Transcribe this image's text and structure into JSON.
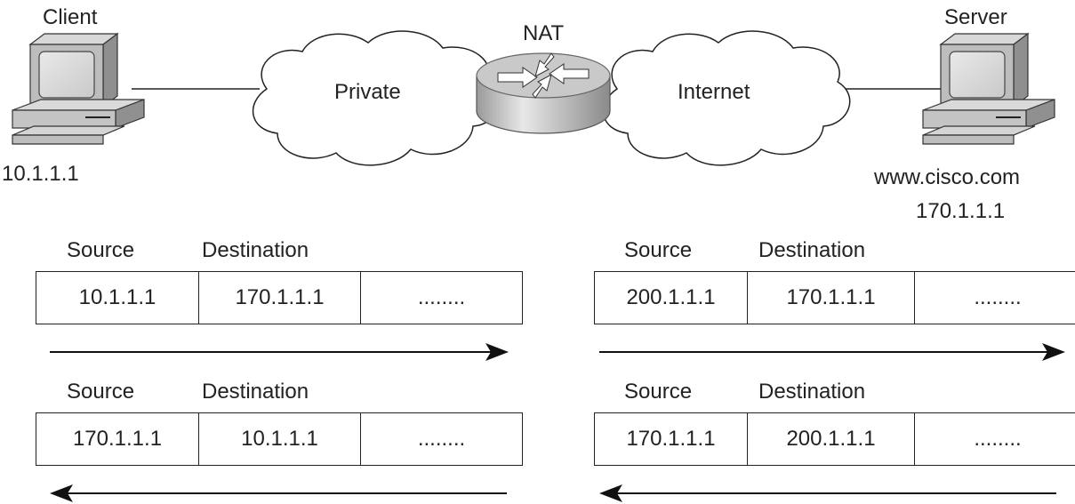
{
  "nodes": {
    "client": {
      "label": "Client",
      "ip": "10.1.1.1"
    },
    "server": {
      "label": "Server",
      "hostname": "www.cisco.com",
      "ip": "170.1.1.1"
    },
    "nat": {
      "label": "NAT"
    },
    "private_cloud": {
      "label": "Private"
    },
    "internet_cloud": {
      "label": "Internet"
    }
  },
  "headers": {
    "source": "Source",
    "destination": "Destination"
  },
  "packets": {
    "left_out": {
      "source": "10.1.1.1",
      "destination": "170.1.1.1",
      "payload": "........"
    },
    "right_out": {
      "source": "200.1.1.1",
      "destination": "170.1.1.1",
      "payload": "........"
    },
    "left_in": {
      "source": "170.1.1.1",
      "destination": "10.1.1.1",
      "payload": "........"
    },
    "right_in": {
      "source": "170.1.1.1",
      "destination": "200.1.1.1",
      "payload": "........"
    }
  },
  "icons": [
    "client-computer-icon",
    "server-computer-icon",
    "router-icon",
    "cloud-icon",
    "arrow-right-icon",
    "arrow-left-icon"
  ]
}
